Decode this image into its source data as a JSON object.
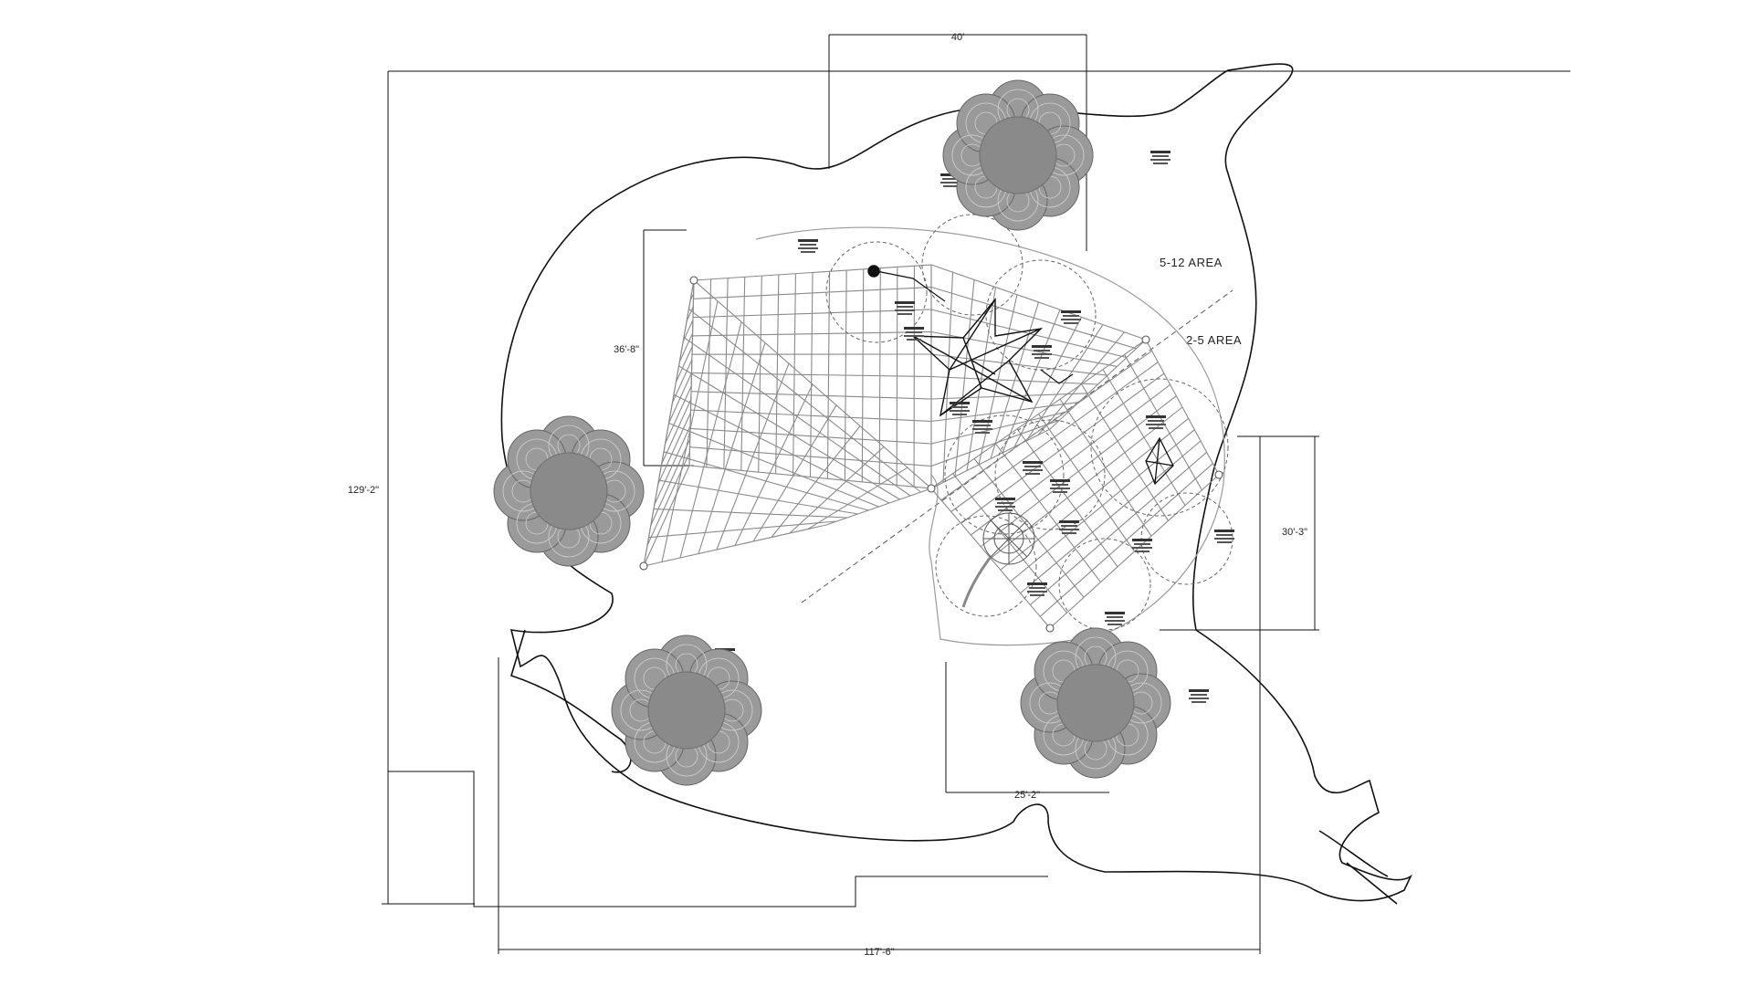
{
  "dimensions": {
    "top_width": "40'",
    "left_height": "129'-2\"",
    "bottom_width": "117'-6\"",
    "net_height": "36'-8\"",
    "right_height": "30'-3\"",
    "lower_width": "25'-2\""
  },
  "areas": {
    "older": "5-12 AREA",
    "younger": "2-5 AREA"
  },
  "colors": {
    "line": "#111111",
    "tree_fill": "#8f8f8f",
    "net": "#8a8a8a"
  },
  "icons": [
    "tree-symbol-icon",
    "star-climber-icon",
    "net-structure-icon"
  ]
}
